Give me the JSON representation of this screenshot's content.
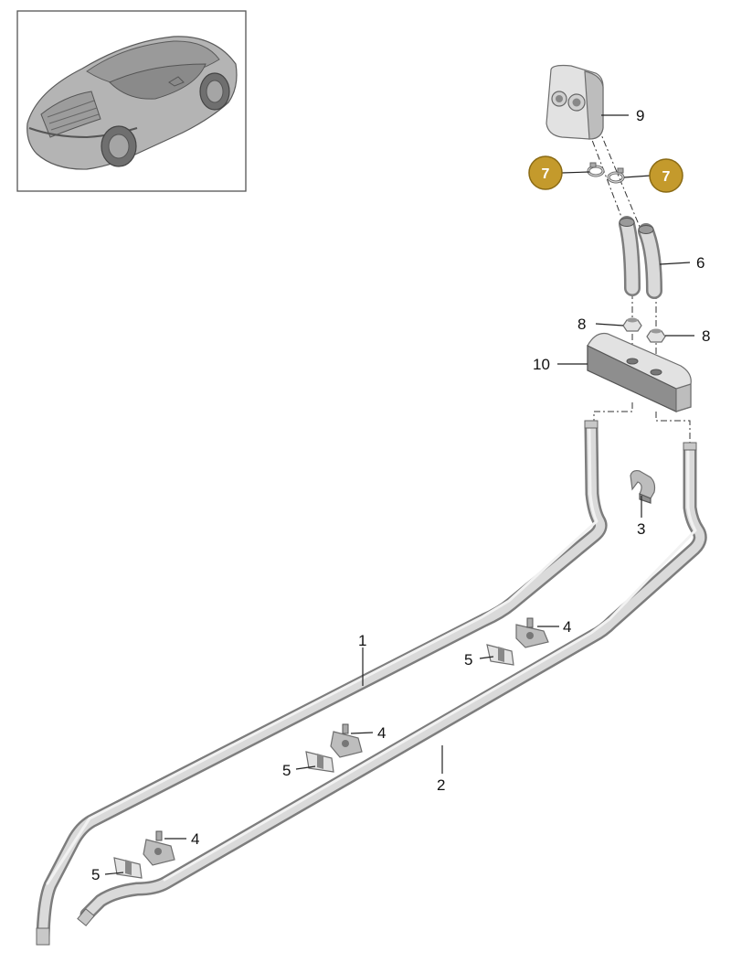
{
  "callouts": [
    {
      "id": "c1",
      "text": "1"
    },
    {
      "id": "c2",
      "text": "2"
    },
    {
      "id": "c3",
      "text": "3"
    },
    {
      "id": "c4a",
      "text": "4"
    },
    {
      "id": "c4b",
      "text": "4"
    },
    {
      "id": "c4c",
      "text": "4"
    },
    {
      "id": "c5a",
      "text": "5"
    },
    {
      "id": "c5b",
      "text": "5"
    },
    {
      "id": "c5c",
      "text": "5"
    },
    {
      "id": "c6",
      "text": "6"
    },
    {
      "id": "c7a",
      "text": "7"
    },
    {
      "id": "c7b",
      "text": "7"
    },
    {
      "id": "c8a",
      "text": "8"
    },
    {
      "id": "c8b",
      "text": "8"
    },
    {
      "id": "c9",
      "text": "9"
    },
    {
      "id": "c10",
      "text": "10"
    }
  ],
  "colors": {
    "badge_fill": "#c49a2c",
    "badge_stroke": "#8a6a14",
    "part_gray": "#bdbdbd",
    "outline": "#6e6e6e"
  },
  "icons": {
    "thumbnail": "car-rear-view-thumbnail",
    "highlighted_part": "gold-circle-badge"
  }
}
